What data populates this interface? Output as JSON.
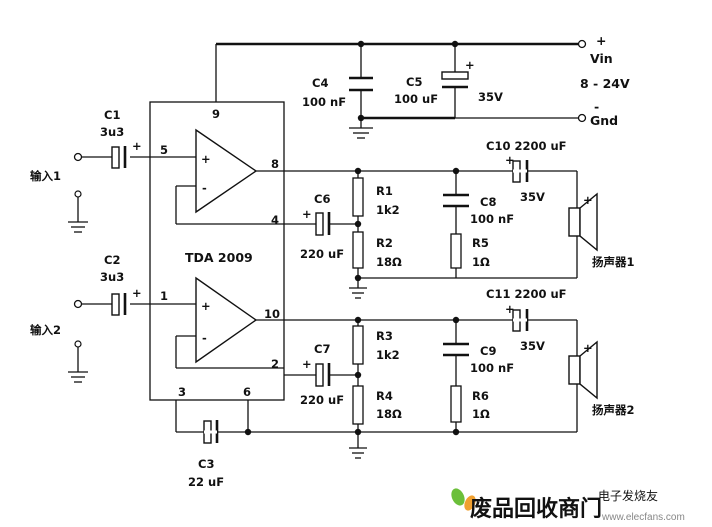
{
  "ic": {
    "name": "TDA 2009",
    "pins": {
      "p9": "9",
      "p5": "5",
      "p8": "8",
      "p4": "4",
      "p1": "1",
      "p10": "10",
      "p2": "2",
      "p3": "3",
      "p6": "6"
    }
  },
  "power": {
    "plus": "+",
    "vin": "Vin",
    "range": "8 - 24V",
    "minus": "-",
    "gnd": "Gnd"
  },
  "caps": {
    "c1": {
      "name": "C1",
      "value": "3u3",
      "pol": "+"
    },
    "c2": {
      "name": "C2",
      "value": "3u3",
      "pol": "+"
    },
    "c3": {
      "name": "C3",
      "value": "22 uF"
    },
    "c4": {
      "name": "C4",
      "value": "100 nF"
    },
    "c5": {
      "name": "C5",
      "value": "100 uF",
      "volt": "35V",
      "pol": "+"
    },
    "c6": {
      "name": "C6",
      "value": "220 uF",
      "pol": "+"
    },
    "c7": {
      "name": "C7",
      "value": "220 uF",
      "pol": "+"
    },
    "c8": {
      "name": "C8",
      "value": "100 nF"
    },
    "c9": {
      "name": "C9",
      "value": "100 nF"
    },
    "c10": {
      "name": "C10 2200 uF",
      "volt": "35V",
      "pol": "+"
    },
    "c11": {
      "name": "C11 2200 uF",
      "volt": "35V",
      "pol": "+"
    }
  },
  "resistors": {
    "r1": {
      "name": "R1",
      "value": "1k2"
    },
    "r2": {
      "name": "R2",
      "value": "18Ω"
    },
    "r3": {
      "name": "R3",
      "value": "1k2"
    },
    "r4": {
      "name": "R4",
      "value": "18Ω"
    },
    "r5": {
      "name": "R5",
      "value": "1Ω"
    },
    "r6": {
      "name": "R6",
      "value": "1Ω"
    }
  },
  "opamp": {
    "plus": "+",
    "minus": "-"
  },
  "inputs": {
    "in1": "输入1",
    "in2": "输入2"
  },
  "speakers": {
    "s1": "扬声器1",
    "s2": "扬声器2",
    "pol": "+"
  },
  "watermark": {
    "brand": "废品回收商门",
    "site": "电子发烧友",
    "url": "www.elecfans.com"
  }
}
